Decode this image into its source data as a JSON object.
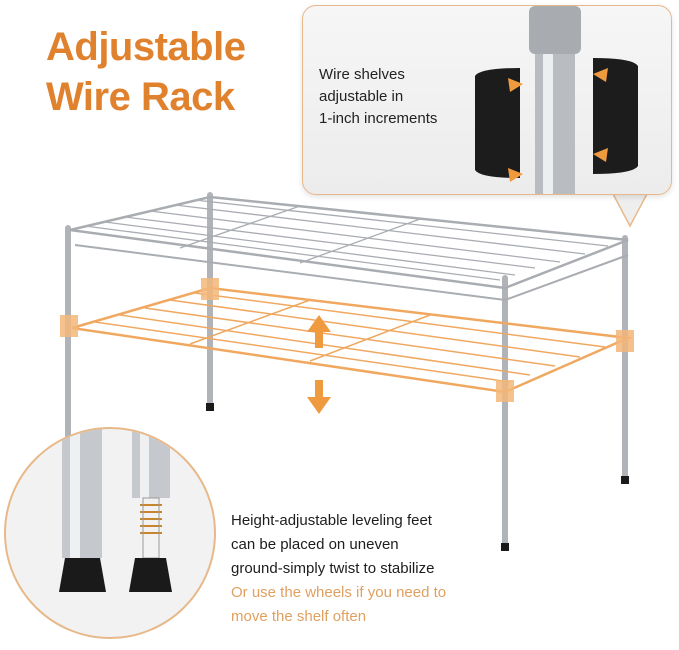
{
  "title": {
    "line1": "Adjustable",
    "line2": "Wire Rack"
  },
  "callout": {
    "line1": "Wire shelves",
    "line2": "adjustable in",
    "line3": "1-inch increments"
  },
  "feet": {
    "line1": "Height-adjustable leveling feet",
    "line2": "can be placed on uneven",
    "line3": "ground-simply twist to stabilize",
    "line4": "Or use the wheels if you need to",
    "line5": "move the shelf often"
  },
  "colors": {
    "accent": "#e0812e",
    "accent_light": "#e0a060",
    "chrome": "#b8bcc0",
    "foot": "#1a1a1a"
  }
}
